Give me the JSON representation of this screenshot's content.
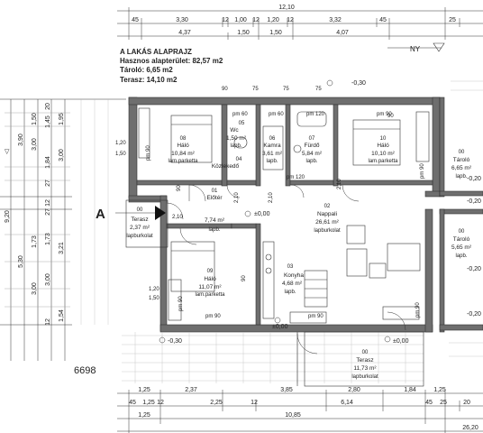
{
  "title": {
    "heading": "A LAKÁS ALAPRAJZ",
    "lines": [
      "Hasznos alapterület: 82,57 m2",
      "Tároló: 6,65 m2",
      "Terasz:  14,10 m2"
    ]
  },
  "compass": "NY",
  "plot_number": "6698",
  "section_marker": "A",
  "rooms": [
    {
      "num": "08",
      "name": "Háló",
      "area": "10,84 m²",
      "floor": "lam.parketta"
    },
    {
      "num": "05",
      "name": "Wc",
      "area": "1,50 m²",
      "floor": "lapb."
    },
    {
      "num": "06",
      "name": "Kamra",
      "area": "3,61 m²",
      "floor": "lapb."
    },
    {
      "num": "07",
      "name": "Fürdő",
      "area": "5,84 m²",
      "floor": "lapb."
    },
    {
      "num": "10",
      "name": "Háló",
      "area": "10,10 m²",
      "floor": "lam.parketta"
    },
    {
      "num": "04",
      "name": "Közlekedő",
      "area": "",
      "floor": ""
    },
    {
      "num": "01",
      "name": "Előtér",
      "area": "7,74 m²",
      "floor": "lapb."
    },
    {
      "num": "02",
      "name": "Nappali",
      "area": "26,61 m²",
      "floor": "lapburkolat"
    },
    {
      "num": "00",
      "name": "Terasz",
      "area": "2,37 m²",
      "floor": "lapburkolat"
    },
    {
      "num": "09",
      "name": "Háló",
      "area": "11,07 m²",
      "floor": "lam.parketta"
    },
    {
      "num": "03",
      "name": "Konyha",
      "area": "4,68 m²",
      "floor": "lapb."
    },
    {
      "num": "00",
      "name": "Terasz",
      "area": "11,73 m²",
      "floor": "lapburkolat"
    },
    {
      "num": "00",
      "name": "Tároló",
      "area": "6,65 m²",
      "floor": "lapb."
    },
    {
      "num": "00",
      "name": "Tároló",
      "area": "5,65 m²",
      "floor": "lapb."
    }
  ],
  "dims_top": {
    "overall": "12,10",
    "row1": [
      "45",
      "3,30",
      "12",
      "1,00",
      "12",
      "1,20",
      "12",
      "3,32",
      "45",
      "25"
    ],
    "row2": [
      "4,37",
      "1,50",
      "1,50",
      "4,07"
    ]
  },
  "dims_bottom": {
    "row1": [
      "1,25",
      "2,37",
      "3,85",
      "2,80",
      "1,84",
      "1,25"
    ],
    "row2": [
      "45",
      "1,25",
      "12",
      "2,25",
      "12",
      "6,14",
      "45",
      "25",
      "20"
    ],
    "row3": [
      "1,25",
      "10,85"
    ],
    "overall": "26,20"
  },
  "dims_left": {
    "outer": [
      "9,20"
    ],
    "mid": [
      "3,90",
      "5,30"
    ],
    "inner": [
      "1,50",
      "1,95",
      "3,00",
      "3,00",
      "1,73",
      "3,21",
      "3,00",
      "1,54"
    ],
    "small": [
      "20",
      "1,45",
      "27",
      "1,84",
      "12",
      "1,73",
      "27",
      "3,00",
      "12"
    ]
  },
  "levels": [
    "-0,30",
    "±0,00",
    "±0,00",
    "-0,30",
    "±0,00",
    "-0,20",
    "-0,20",
    "-0,20",
    "-0,20",
    "±0,00",
    "-0,30"
  ],
  "window_labels": [
    "pm 90",
    "pm 60",
    "pm 60",
    "pm 120",
    "pm 90",
    "pm 90",
    "pm 90",
    "pm 90",
    "pm 90",
    "pm 90",
    "pm 120"
  ],
  "door_labels": [
    "90",
    "75",
    "75",
    "75",
    "90",
    "90",
    "90",
    "1,20",
    "1,50",
    "2,10",
    "2,10",
    "2,10",
    "2,10"
  ],
  "elev_marks": [
    "+0,00",
    "-0,30",
    "+0,00"
  ]
}
